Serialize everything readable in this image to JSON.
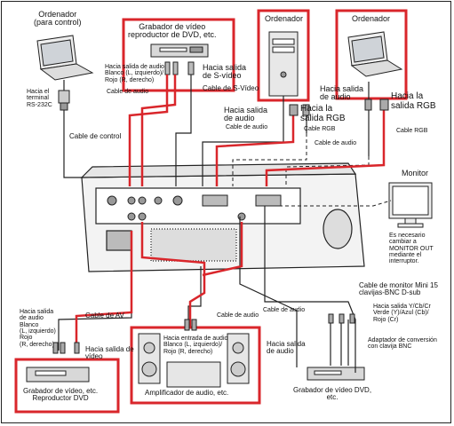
{
  "devices": {
    "pc_control": {
      "line1": "Ordenador",
      "line2": "(para control)"
    },
    "dvd_top": {
      "line1": "Grabador de vídeo",
      "line2": "reproductor de DVD, etc."
    },
    "pc_tower": {
      "label": "Ordenador"
    },
    "pc_laptop_rgb": {
      "label": "Ordenador"
    },
    "monitor": {
      "label": "Monitor"
    },
    "recorder_left": {
      "line1": "Grabador de vídeo, etc.",
      "line2": "Reproductor DVD"
    },
    "amplifier": {
      "label": "Amplificador de audio, etc."
    },
    "dvd_bottom": {
      "line1": "Grabador de vídeo DVD,",
      "line2": "etc."
    }
  },
  "labels": {
    "rs232c": [
      "Hacia el",
      "terminal",
      "RS-232C"
    ],
    "cable_control": "Cable de control",
    "audio_out_top": [
      "Hacia salida de audio",
      "Blanco (L, izquierdo)/",
      "Rojo (R, derecho)"
    ],
    "cable_audio_top": "Cable de audio",
    "svideo_out": [
      "Hacia salida",
      "de S-vídeo"
    ],
    "cable_svideo": "Cable de S-Vídeo",
    "audio_out_tower": [
      "Hacia salida",
      "de audio"
    ],
    "cable_audio_tower": "Cable de audio",
    "rgb_out_tower": [
      "Hacia la",
      "salida RGB"
    ],
    "cable_rgb_tower": "Cable RGB",
    "audio_out_laptop": [
      "Hacia salida",
      "de audio"
    ],
    "rgb_out_laptop": [
      "Hacia la",
      "salida RGB"
    ],
    "cable_audio_right": "Cable de audio",
    "cable_rgb_right": "Cable RGB",
    "monitor_note": [
      "Es necesario",
      "cambiar a",
      "MONITOR OUT",
      "mediante el",
      "interruptor."
    ],
    "monitor_cable": [
      "Cable de monitor Mini 15",
      "clavijas-BNC D-sub"
    ],
    "ycbcr_out": [
      "Hacia salida Y/Cb/Cr",
      "Verde (Y)/Azul (Cb)/",
      "Rojo (Cr)"
    ],
    "bnc_adapter": [
      "Adaptador de conversión",
      "con clavija BNC"
    ],
    "cable_av": "Cable de AV",
    "audio_out_left": [
      "Hacia salida",
      "de audio",
      "Blanco",
      "(L, izquierdo)",
      "Rojo",
      "(R, derecho)"
    ],
    "video_out_left": [
      "Hacia salida de",
      "vídeo"
    ],
    "cable_audio_mid": "Cable de audio",
    "cable_audio_mid2": "Cable de audio",
    "amp_input": [
      "Hacia entrada de audio",
      "Blanco (L, izquierdo)/",
      "Rojo (R, derecho)"
    ],
    "audio_out_dvd": [
      "Hacia salida",
      "de audio"
    ]
  },
  "colors": {
    "highlight": "#d9262b",
    "line": "#222222"
  }
}
